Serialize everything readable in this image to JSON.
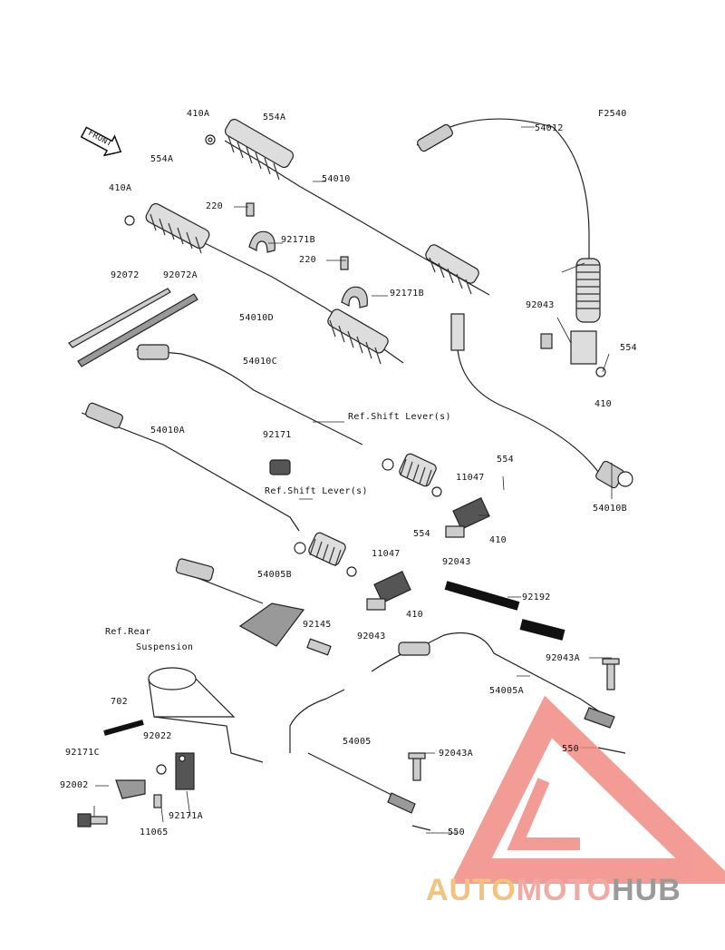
{
  "diagram": {
    "figure_code": "F2540",
    "front_arrow_text": "FRONT",
    "labels": {
      "l410A_1": "410A",
      "l554A_1": "554A",
      "l54012": "54012",
      "l554A_2": "554A",
      "l410A_2": "410A",
      "l54010": "54010",
      "l220_1": "220",
      "l92171B_1": "92171B",
      "l220_2": "220",
      "l92171B_2": "92171B",
      "l92072": "92072",
      "l92072A": "92072A",
      "l54010D": "54010D",
      "l92043_top": "92043",
      "l554_top": "554",
      "l410_top": "410",
      "l54010C": "54010C",
      "l92171": "92171",
      "l54010A": "54010A",
      "lRefShift1": "Ref.Shift Lever(s)",
      "l11047_1": "11047",
      "l554_mid": "554",
      "l410_mid": "410",
      "l92043_mid": "92043",
      "l54010B": "54010B",
      "lRefShift2": "Ref.Shift Lever(s)",
      "l11047_2": "11047",
      "l554_low": "554",
      "l410_low": "410",
      "l92043_low": "92043",
      "l54005B": "54005B",
      "l92145": "92145",
      "l92192": "92192",
      "lRefRear1": "Ref.Rear",
      "lRefRear2": "Suspension",
      "l92043A_1": "92043A",
      "l54005A": "54005A",
      "l702": "702",
      "l92022": "92022",
      "l550_1": "550",
      "l92171C": "92171C",
      "l54005": "54005",
      "l92043A_2": "92043A",
      "l92002": "92002",
      "l92171A": "92171A",
      "l11065": "11065",
      "l550_2": "550"
    }
  },
  "watermark": {
    "part1": "AUTO",
    "part2": "MOTO",
    "part3": "HUB",
    "colors": {
      "triangle": "#f07c72",
      "auto": "#f5c27d",
      "moto": "#f3a9a2",
      "hub": "#9a9a9a"
    }
  }
}
